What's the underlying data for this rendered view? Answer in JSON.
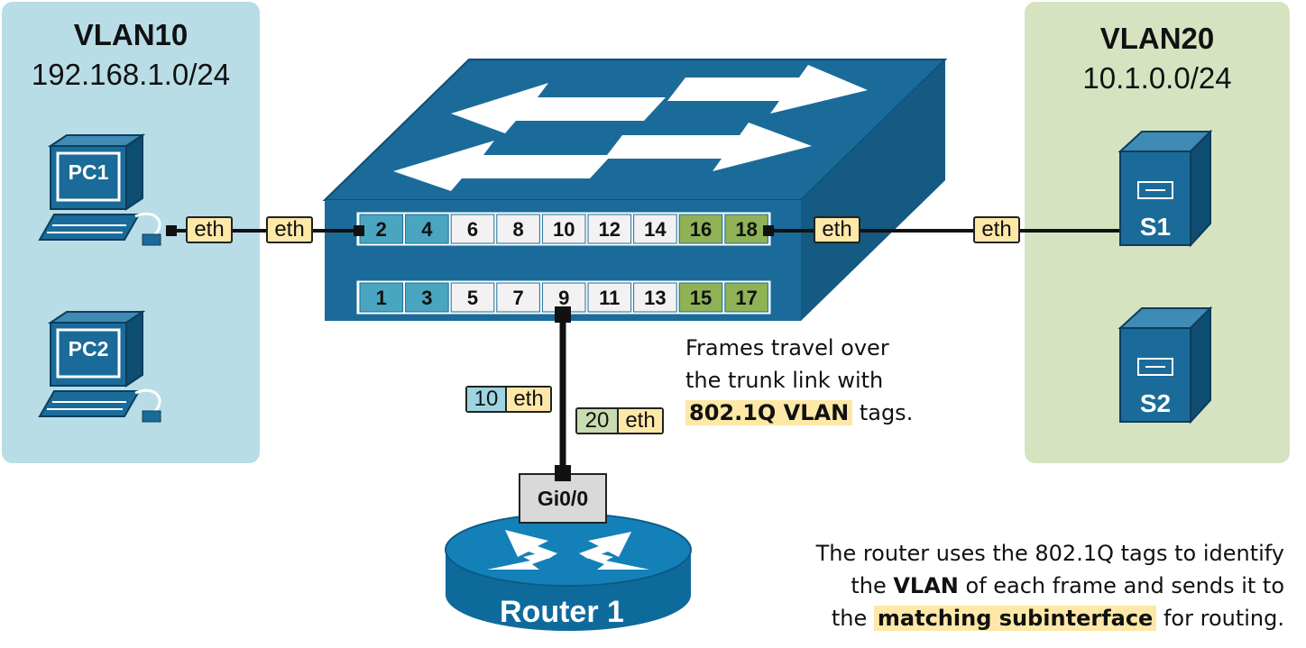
{
  "vlan10": {
    "title": "VLAN10",
    "subnet": "192.168.1.0/24",
    "color": "#b8dde6"
  },
  "vlan20": {
    "title": "VLAN20",
    "subnet": "10.1.0.0/24",
    "color": "#d6e3c1"
  },
  "hosts": {
    "pc1": "PC1",
    "pc2": "PC2",
    "s1": "S1",
    "s2": "S2"
  },
  "switch": {
    "top_ports": [
      "2",
      "4",
      "6",
      "8",
      "10",
      "12",
      "14",
      "16",
      "18"
    ],
    "bottom_ports": [
      "1",
      "3",
      "5",
      "7",
      "9",
      "11",
      "13",
      "15",
      "17"
    ],
    "top_port_vlans": [
      "10",
      "10",
      "none",
      "none",
      "none",
      "none",
      "none",
      "20",
      "20"
    ],
    "bottom_port_vlans": [
      "10",
      "10",
      "none",
      "none",
      "none",
      "none",
      "none",
      "20",
      "20"
    ]
  },
  "tags": {
    "eth": "eth",
    "vlan10_id": "10",
    "vlan20_id": "20"
  },
  "router": {
    "label": "Router 1",
    "interface": "Gi0/0"
  },
  "notes": {
    "trunk_line1": "Frames travel over",
    "trunk_line2": "the trunk link with",
    "trunk_highlight": "802.1Q VLAN",
    "trunk_tail": " tags.",
    "router_line1": "The router uses the 802.1Q tags to identify",
    "router_line2_pre": "the ",
    "router_line2_bold": "VLAN",
    "router_line2_post": " of each frame and sends it to",
    "router_line3_pre": "the ",
    "router_line3_highlight": "matching subinterface",
    "router_line3_post": " for routing."
  },
  "colors": {
    "switch_blue": "#1a6b99",
    "router_blue": "#1381b8",
    "eth_tag": "#fde8a8",
    "vlan10_port": "#4aa6c0",
    "vlan20_port": "#8fb257"
  }
}
